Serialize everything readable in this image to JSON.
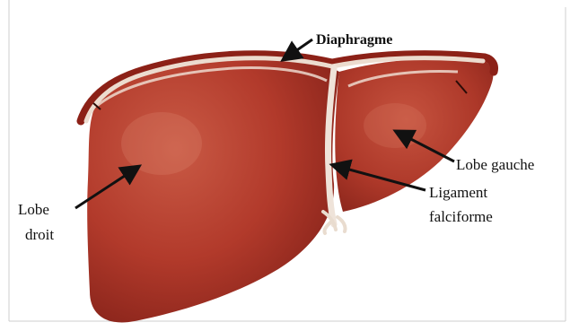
{
  "labels": {
    "diaphragme": "Diaphragme",
    "lobe_gauche": "Lobe gauche",
    "ligament_line1": "Ligament",
    "ligament_line2": "falciforme",
    "lobe_droit_line1": "Lobe",
    "lobe_droit_line2": "droit"
  },
  "colors": {
    "liver_dark": "#8f2418",
    "liver_mid": "#b43a2c",
    "liver_light": "#d06a55",
    "diaphragm_edge": "#e8d9cf",
    "ligament": "#eee2d8",
    "gallbladder": "#2f8a3e",
    "arrow": "#111111",
    "frame_border": "#cfcfcf"
  }
}
